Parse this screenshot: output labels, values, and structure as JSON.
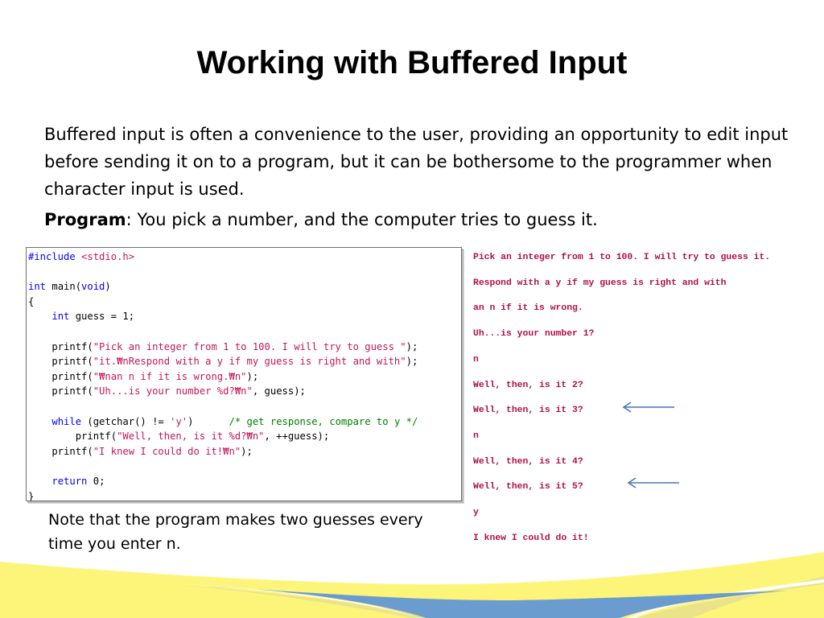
{
  "slide": {
    "title": "Working with Buffered Input",
    "paragraph": "Buffered input is often a convenience to the user, providing an opportunity to edit input before sending it on to a program, but it can be bothersome to the programmer when character input is used.",
    "program_label": "Program",
    "program_text": ": You pick a number, and the computer tries to guess it.",
    "note": "Note that the program makes two guesses every time you enter n."
  },
  "code": {
    "l1_kw": "#include",
    "l1_str": " <stdio.h>",
    "l3_kw1": "int",
    "l3_mid": " main(",
    "l3_kw2": "void",
    "l3_end": ")",
    "l4": "{",
    "l5_indent": "    ",
    "l5_kw": "int",
    "l5_rest": " guess = 1;",
    "l7_pre": "    printf(",
    "l7_str": "\"Pick an integer from 1 to 100. I will try to guess \"",
    "l7_end": ");",
    "l8_pre": "    printf(",
    "l8_str": "\"it.₩nRespond with a y if my guess is right and with\"",
    "l8_end": ");",
    "l9_pre": "    printf(",
    "l9_str": "\"₩nan n if it is wrong.₩n\"",
    "l9_end": ");",
    "l10_pre": "    printf(",
    "l10_str": "\"Uh...is your number %d?₩n\"",
    "l10_end": ", guess);",
    "l12_indent": "    ",
    "l12_kw": "while",
    "l12_mid": " (getchar() != ",
    "l12_str": "'y'",
    "l12_gap": ")      ",
    "l12_cm": "/* get response, compare to y */",
    "l13_pre": "        printf(",
    "l13_str": "\"Well, then, is it %d?₩n\"",
    "l13_end": ", ++guess);",
    "l14_pre": "    printf(",
    "l14_str": "\"I knew I could do it!₩n\"",
    "l14_end": ");",
    "l16_indent": "    ",
    "l16_kw": "return",
    "l16_rest": " 0;",
    "l17": "}"
  },
  "console": {
    "lines": [
      "Pick an integer from 1 to 100. I will try to guess it.",
      "Respond with a y if my guess is right and with",
      "an n if it is wrong.",
      "Uh...is your number 1?",
      "n",
      "Well, then, is it 2?",
      "Well, then, is it 3?",
      "n",
      "Well, then, is it 4?",
      "Well, then, is it 5?",
      "y",
      "I knew I could do it!"
    ]
  },
  "colors": {
    "arrow": "#4a76b8",
    "wave_yellow": "#fdf57a",
    "wave_blue": "#6a9ccf",
    "console_text": "#b01048"
  }
}
